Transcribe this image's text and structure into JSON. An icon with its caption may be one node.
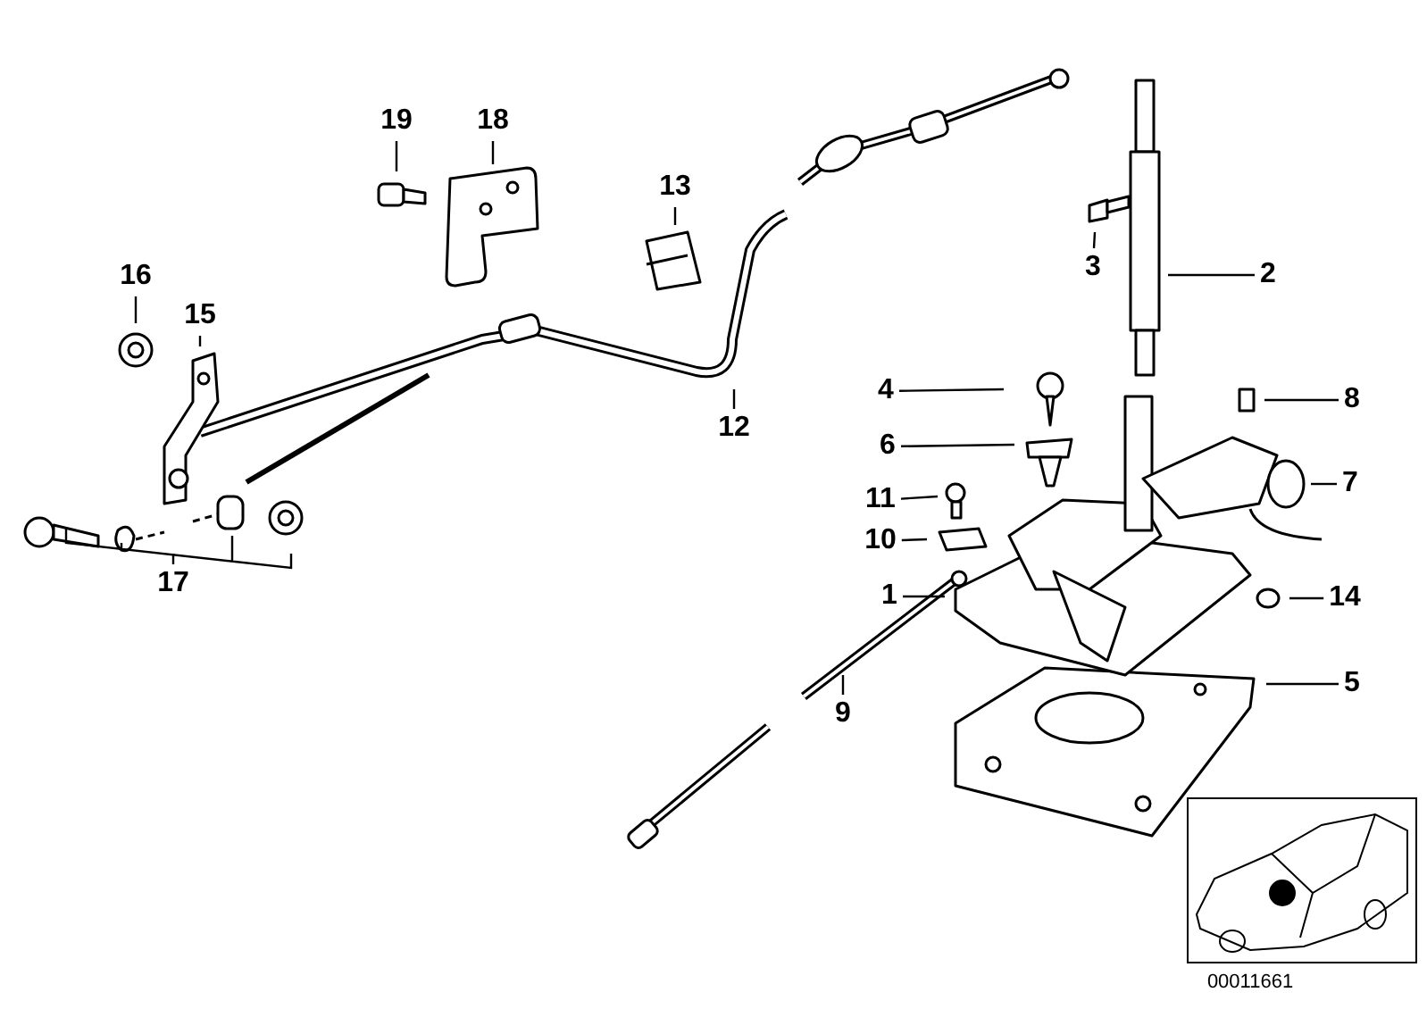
{
  "diagram": {
    "nodes": [
      {
        "text": [
          "19"
        ]
      },
      {
        "text": [
          "18"
        ]
      },
      {
        "text": [
          "13"
        ]
      },
      {
        "text": [
          "16"
        ]
      },
      {
        "text": [
          "15"
        ]
      },
      {
        "text": [
          "3"
        ]
      },
      {
        "text": [
          "2"
        ]
      },
      {
        "text": [
          "12"
        ]
      },
      {
        "text": [
          "4"
        ]
      },
      {
        "text": [
          "8"
        ]
      },
      {
        "text": [
          "6"
        ]
      },
      {
        "text": [
          "11"
        ]
      },
      {
        "text": [
          "7"
        ]
      },
      {
        "text": [
          "10"
        ]
      },
      {
        "text": [
          "1"
        ]
      },
      {
        "text": [
          "14"
        ]
      },
      {
        "text": [
          "5"
        ]
      },
      {
        "text": [
          "9"
        ]
      }
    ],
    "edges": [
      {
        "from": 0,
        "to": null,
        "arrow": "none"
      },
      {
        "from": 1,
        "to": null,
        "arrow": "none"
      },
      {
        "from": 2,
        "to": null,
        "arrow": "none"
      },
      {
        "from": 3,
        "to": null,
        "arrow": "none"
      },
      {
        "from": 4,
        "to": null,
        "arrow": "none"
      },
      {
        "from": 5,
        "to": null,
        "arrow": "none"
      },
      {
        "from": 6,
        "to": null,
        "arrow": "none"
      },
      {
        "from": 7,
        "to": null,
        "arrow": "none"
      },
      {
        "from": 8,
        "to": null,
        "arrow": "none"
      },
      {
        "from": 9,
        "to": null,
        "arrow": "none"
      },
      {
        "from": 10,
        "to": null,
        "arrow": "none"
      },
      {
        "from": 11,
        "to": null,
        "arrow": "none"
      },
      {
        "from": 12,
        "to": null,
        "arrow": "none"
      },
      {
        "from": 13,
        "to": null,
        "arrow": "none"
      },
      {
        "from": 14,
        "to": null,
        "arrow": "none"
      },
      {
        "from": 15,
        "to": null,
        "arrow": "none"
      },
      {
        "from": 16,
        "to": null,
        "arrow": "none"
      },
      {
        "from": 17,
        "to": null,
        "arrow": "none"
      }
    ],
    "labels": [
      "17",
      "00011661"
    ]
  }
}
